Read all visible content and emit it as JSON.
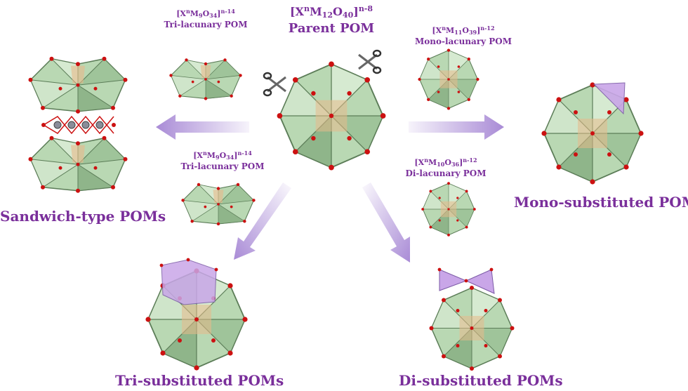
{
  "parent": {
    "formula": {
      "x": "X",
      "n": "n",
      "m": "M",
      "m_sub": "12",
      "o": "O",
      "o_sub": "40",
      "charge": "n-8"
    },
    "label": "Parent POM"
  },
  "tri_top": {
    "formula": {
      "x": "X",
      "n": "n",
      "m": "M",
      "m_sub": "9",
      "o": "O",
      "o_sub": "34",
      "charge": "n-14"
    },
    "label": "Tri-lacunary POM"
  },
  "tri_bottom": {
    "formula": {
      "x": "X",
      "n": "n",
      "m": "M",
      "m_sub": "9",
      "o": "O",
      "o_sub": "34",
      "charge": "n-14"
    },
    "label": "Tri-lacunary POM"
  },
  "mono": {
    "formula": {
      "x": "X",
      "n": "n",
      "m": "M",
      "m_sub": "11",
      "o": "O",
      "o_sub": "39",
      "charge": "n-12"
    },
    "label": "Mono-lacunary POM"
  },
  "di": {
    "formula": {
      "x": "X",
      "n": "n",
      "m": "M",
      "m_sub": "10",
      "o": "O",
      "o_sub": "36",
      "charge": "n-12"
    },
    "label": "Di-lacunary POM"
  },
  "products": {
    "sandwich": "Sandwich-type POMs",
    "mono": "Mono-substituted POMs",
    "tri": "Tri-substituted POMs",
    "di": "Di-substituted POMs"
  },
  "colors": {
    "text": "#7a2f9b",
    "arrow": "#a98bd6",
    "polyhedron_fill": "#b9d8b3",
    "polyhedron_edge": "#5c7d58",
    "oxygen": "#cc1111",
    "substituent": "#c9a6e8",
    "core": "#e8b98a"
  },
  "icons": [
    "scissors-icon",
    "scissors-icon"
  ]
}
